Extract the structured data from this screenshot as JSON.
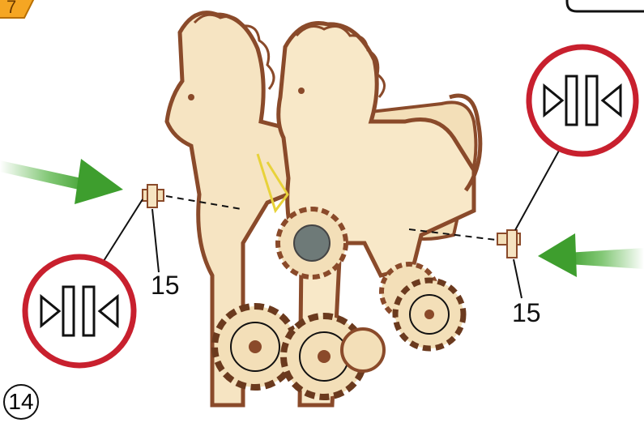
{
  "step": {
    "number": "14"
  },
  "parts": [
    {
      "label": "15"
    },
    {
      "label": "15"
    }
  ],
  "symbols": [
    "press-fit-symbol",
    "press-fit-symbol"
  ],
  "colors": {
    "circle_ring": "#c8202e",
    "arrow_green": "#4caf3a",
    "warning_orange": "#f5a623",
    "wood_light": "#f3dfb8",
    "wood_edge": "#8a4a2a"
  }
}
